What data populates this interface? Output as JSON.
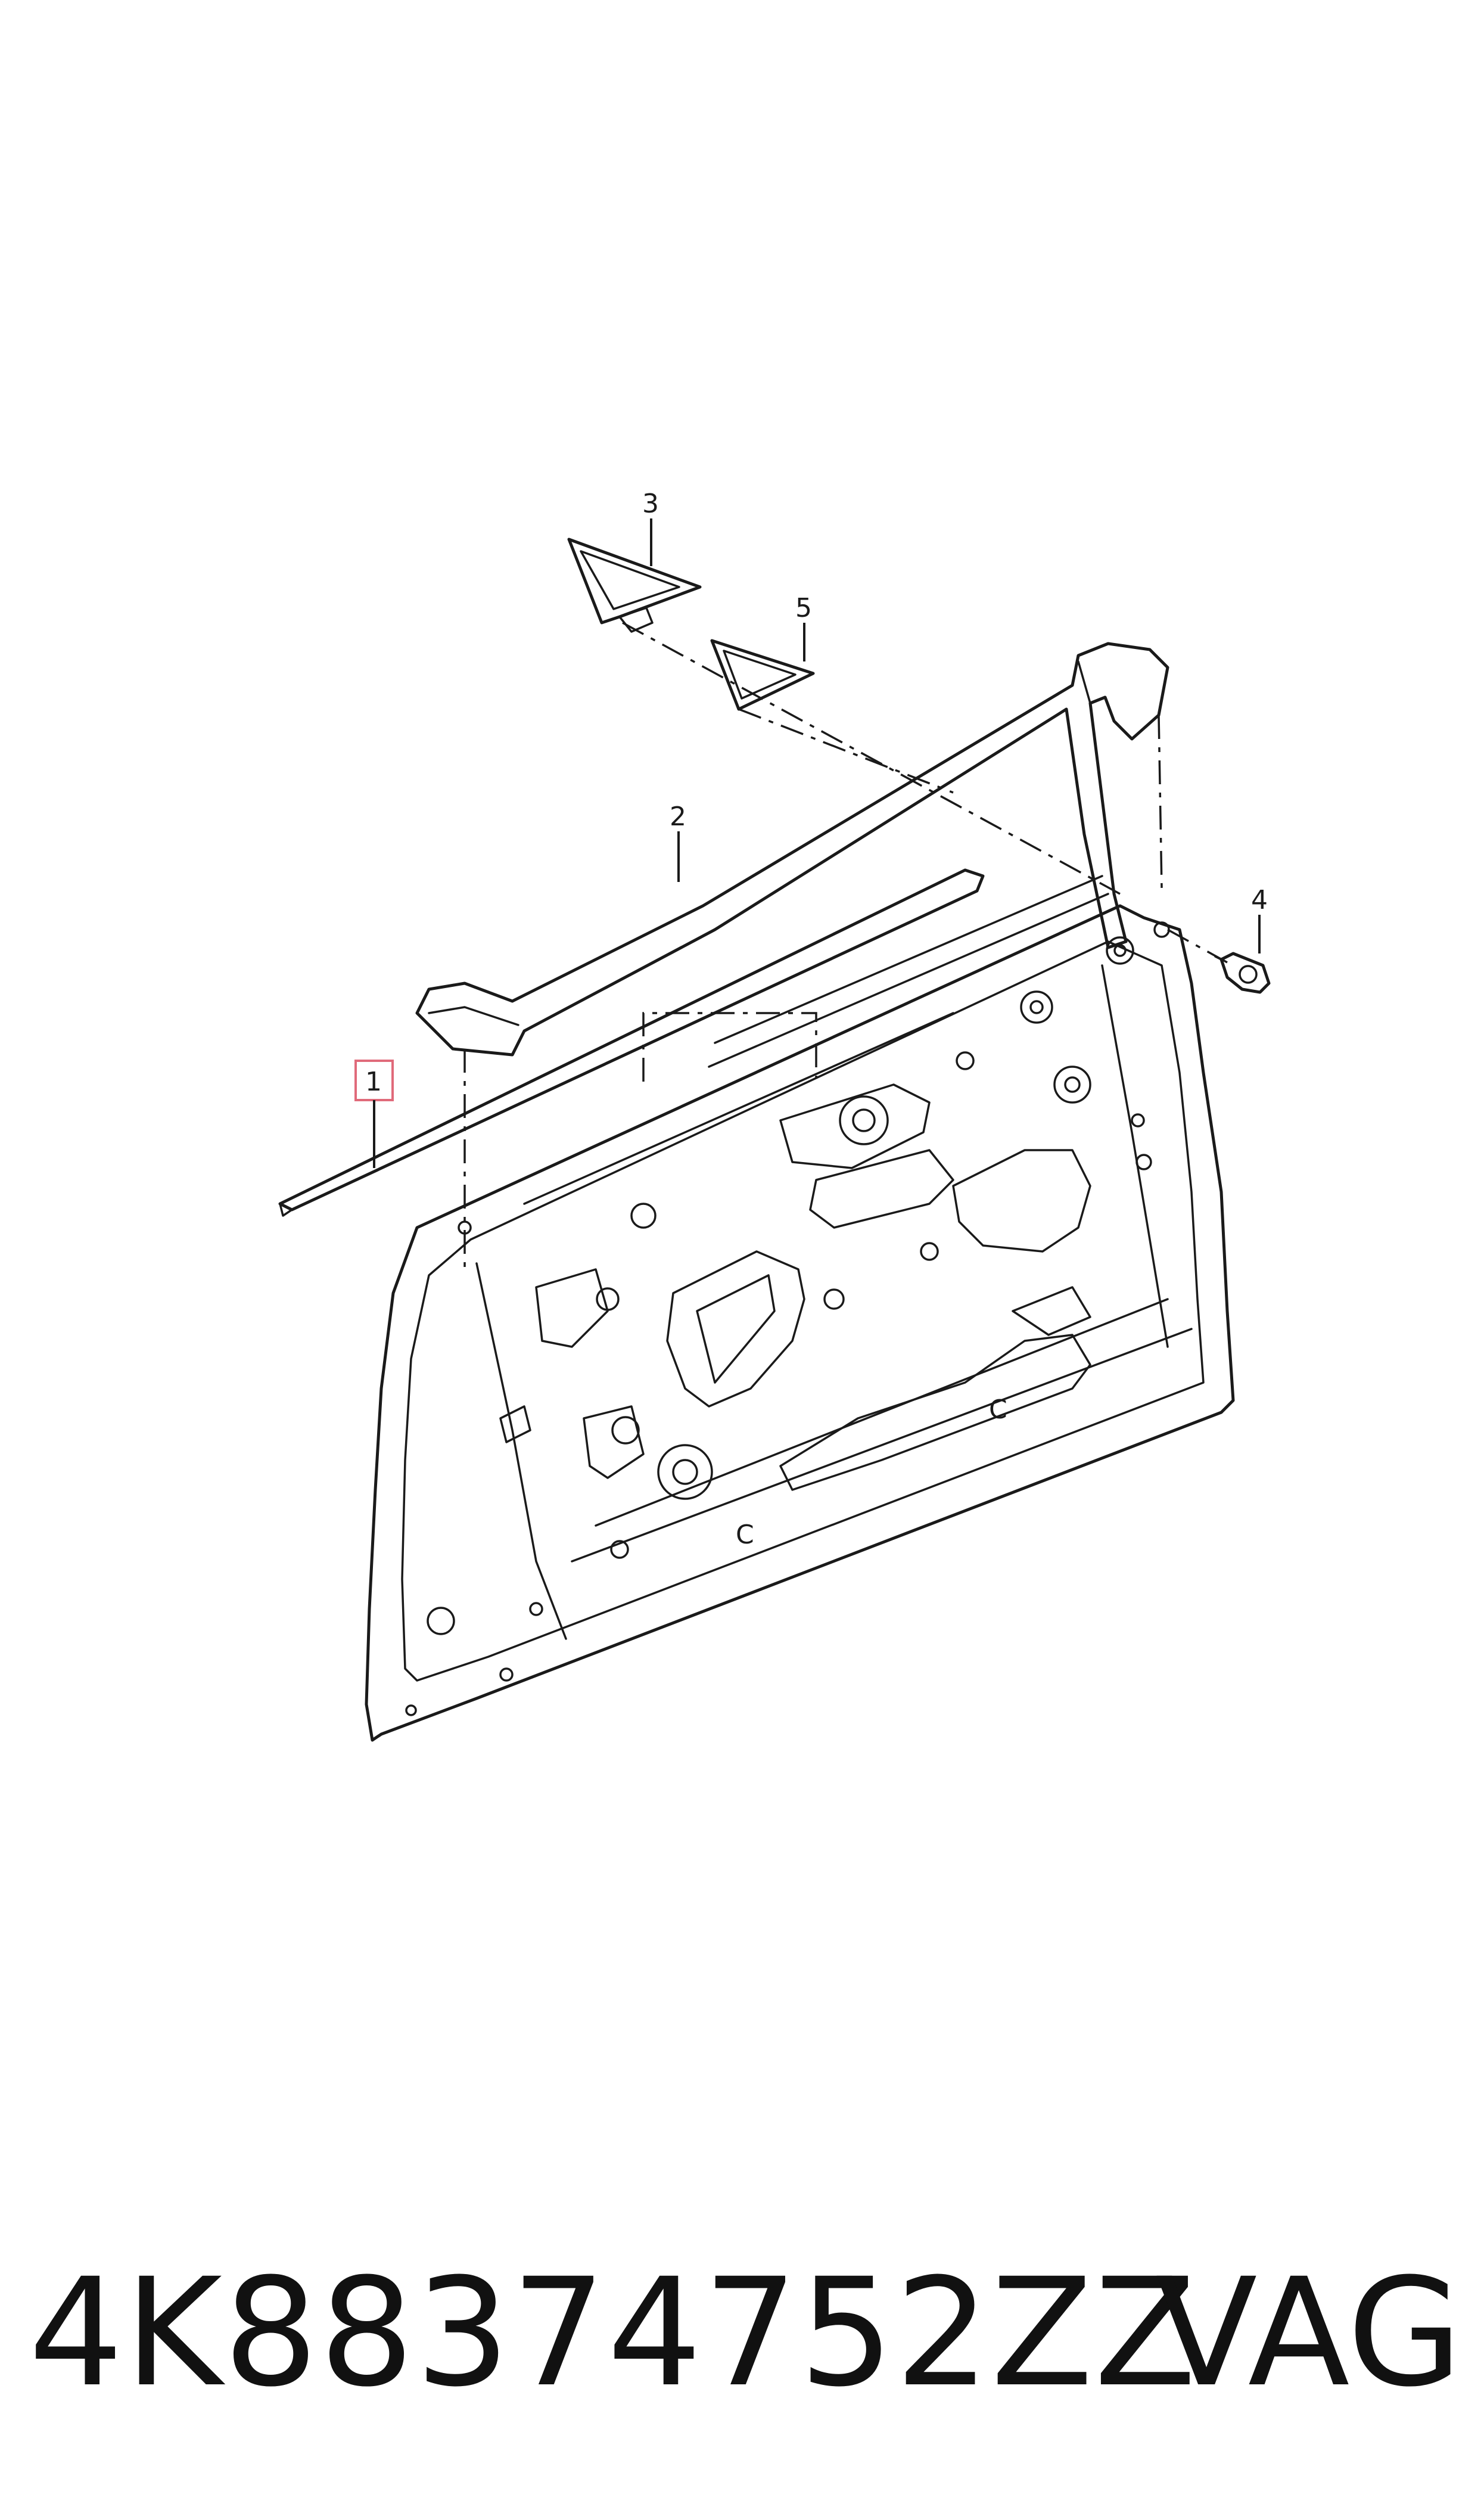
{
  "callouts": {
    "c1": "1",
    "c2": "2",
    "c3": "3",
    "c4": "4",
    "c5": "5"
  },
  "footer": {
    "part_number": "4K88374752ZZ",
    "brand": "VAG"
  },
  "colors": {
    "line": "#1a1a1a",
    "highlight": "#e06a7a",
    "background": "#ffffff"
  }
}
